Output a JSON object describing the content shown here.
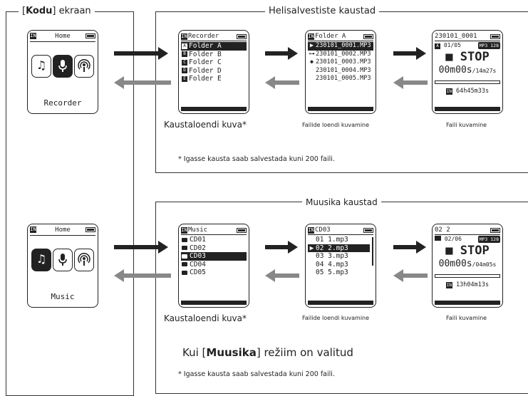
{
  "home_section": {
    "label_pre": "[",
    "label_bold": "Kodu",
    "label_post": "] ekraan"
  },
  "recorder_section": {
    "label": "Helisalvestiste kaustad"
  },
  "music_section": {
    "label": "Muusika kaustad"
  },
  "home_recorder": {
    "title": "Home",
    "caption": "Recorder",
    "selected": "microphone"
  },
  "home_music": {
    "title": "Home",
    "caption": "Music",
    "selected": "note"
  },
  "rec_folders": {
    "title": "Recorder",
    "items": [
      "Folder A",
      "Folder B",
      "Folder C",
      "Folder D",
      "Folder E"
    ],
    "letters": [
      "A",
      "B",
      "C",
      "D",
      "E"
    ],
    "selected_index": 0
  },
  "rec_files": {
    "title": "Folder A",
    "items": [
      "230101_0001.MP3",
      "230101_0002.MP3",
      "230101_0003.MP3",
      "230101_0004.MP3",
      "230101_0005.MP3"
    ],
    "selected_index": 0
  },
  "rec_play": {
    "title": "230101_0001",
    "counter": "01/05",
    "badge": "MP3 128",
    "state": "STOP",
    "elapsed": "00m00s",
    "total": "/14m27s",
    "remain": "64h45m33s"
  },
  "music_folders": {
    "title": "Music",
    "items": [
      "CD01",
      "CD02",
      "CD03",
      "CD04",
      "CD05"
    ],
    "selected_index": 2
  },
  "music_files": {
    "title": "CD03",
    "items": [
      "01 1.mp3",
      "02 2.mp3",
      "03 3.mp3",
      "04 4.mp3",
      "05 5.mp3"
    ],
    "selected_index": 1
  },
  "music_play": {
    "title": "02 2",
    "counter": "02/06",
    "badge": "MP3 128",
    "state": "STOP",
    "elapsed": "00m00s",
    "total": "/04m05s",
    "remain": "13h04m13s"
  },
  "captions": {
    "rec_folder_list": "Kaustaloendi kuva*",
    "rec_file_list": "Failide loendi kuvamine",
    "rec_file_view": "Faili kuvamine",
    "rec_note": "* Igasse kausta saab salvestada kuni 200 faili.",
    "music_folder_list": "Kaustaloendi kuva*",
    "music_file_list": "Failide loendi kuvamine",
    "music_file_view": "Faili kuvamine",
    "music_mode_pre": "Kui [",
    "music_mode_bold": "Muusika",
    "music_mode_post": "] režiim on valitud",
    "music_note": "* Igasse kausta saab salvestada kuni 200 faili."
  },
  "colors": {
    "ink": "#222222",
    "back_arrow": "#888888"
  },
  "icons": [
    "note-icon",
    "microphone-icon",
    "podcast-icon",
    "folder-icon",
    "play-marker-icon",
    "battery-icon"
  ]
}
